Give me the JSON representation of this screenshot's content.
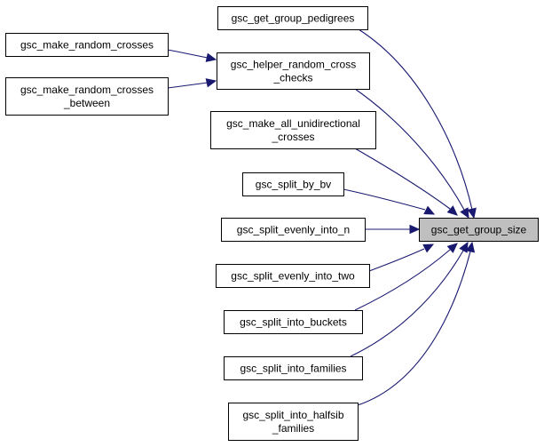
{
  "diagram": {
    "type": "call-graph",
    "colors": {
      "edge": "#191970",
      "focus_fill": "#bfbfbf",
      "node_fill": "#ffffff",
      "node_border": "#000000"
    },
    "nodes": [
      {
        "id": "get_group_pedigrees",
        "lines": [
          "gsc_get_group_pedigrees"
        ]
      },
      {
        "id": "make_random_crosses",
        "lines": [
          "gsc_make_random_crosses"
        ]
      },
      {
        "id": "helper_random_cross_checks",
        "lines": [
          "gsc_helper_random_cross",
          "_checks"
        ]
      },
      {
        "id": "make_random_crosses_between",
        "lines": [
          "gsc_make_random_crosses",
          "_between"
        ]
      },
      {
        "id": "make_all_unidirectional_crosses",
        "lines": [
          "gsc_make_all_unidirectional",
          "_crosses"
        ]
      },
      {
        "id": "split_by_bv",
        "lines": [
          "gsc_split_by_bv"
        ]
      },
      {
        "id": "split_evenly_into_n",
        "lines": [
          "gsc_split_evenly_into_n"
        ]
      },
      {
        "id": "get_group_size",
        "lines": [
          "gsc_get_group_size"
        ],
        "focus": true
      },
      {
        "id": "split_evenly_into_two",
        "lines": [
          "gsc_split_evenly_into_two"
        ]
      },
      {
        "id": "split_into_buckets",
        "lines": [
          "gsc_split_into_buckets"
        ]
      },
      {
        "id": "split_into_families",
        "lines": [
          "gsc_split_into_families"
        ]
      },
      {
        "id": "split_into_halfsib_families",
        "lines": [
          "gsc_split_into_halfsib",
          "_families"
        ]
      }
    ],
    "edges": [
      {
        "from": "get_group_pedigrees",
        "to": "get_group_size"
      },
      {
        "from": "make_random_crosses",
        "to": "helper_random_cross_checks"
      },
      {
        "from": "make_random_crosses_between",
        "to": "helper_random_cross_checks"
      },
      {
        "from": "helper_random_cross_checks",
        "to": "get_group_size"
      },
      {
        "from": "make_all_unidirectional_crosses",
        "to": "get_group_size"
      },
      {
        "from": "split_by_bv",
        "to": "get_group_size"
      },
      {
        "from": "split_evenly_into_n",
        "to": "get_group_size"
      },
      {
        "from": "split_evenly_into_two",
        "to": "get_group_size"
      },
      {
        "from": "split_into_buckets",
        "to": "get_group_size"
      },
      {
        "from": "split_into_families",
        "to": "get_group_size"
      },
      {
        "from": "split_into_halfsib_families",
        "to": "get_group_size"
      }
    ]
  }
}
